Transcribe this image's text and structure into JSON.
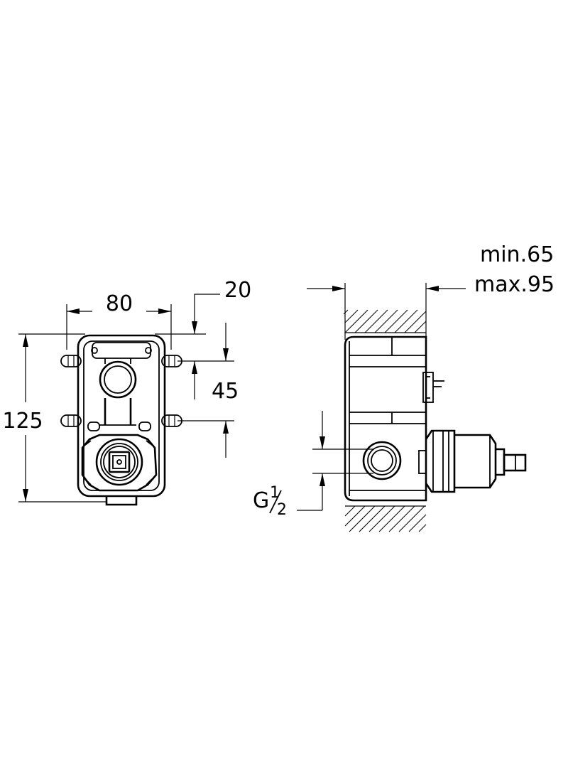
{
  "dimensions": {
    "width": "80",
    "offset": "20",
    "spacing": "45",
    "height": "125",
    "depth_min": "min.65",
    "depth_max": "max.95",
    "thread_letter": "G",
    "thread_numerator": "1",
    "thread_denominator": "2"
  }
}
